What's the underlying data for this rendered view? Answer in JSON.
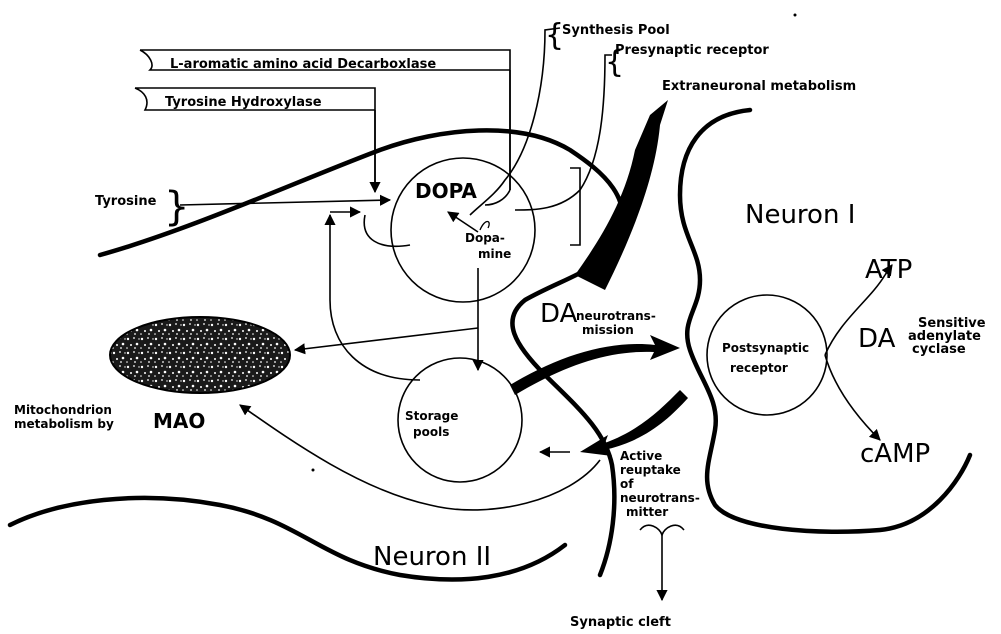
{
  "labels": {
    "synthesis_pool": "Synthesis Pool",
    "presynaptic_receptor": "Presynaptic receptor",
    "decarboxylase": "L-aromatic amino acid Decarboxlase",
    "tyrosine_hydroxylase": "Tyrosine Hydroxylase",
    "extraneuronal": "Extraneuronal metabolism",
    "tyrosine": "Tyrosine",
    "dopa": "DOPA",
    "dopamine_1": "Dopa-",
    "dopamine_2": "mine",
    "neuron_1": "Neuron I",
    "atp": "ATP",
    "da_left": "DA",
    "neurotrans_1": "neurotrans-",
    "neurotrans_2": "mission",
    "postsynaptic_1": "Postsynaptic",
    "postsynaptic_2": "receptor",
    "da_right": "DA",
    "sensitive_1": "Sensitive",
    "sensitive_2": "adenylate",
    "sensitive_3": "cyclase",
    "mito_1": "Mitochondrion",
    "mito_2": "metabolism by",
    "mao": "MAO",
    "storage_1": "Storage",
    "storage_2": "pools",
    "reuptake_1": "Active",
    "reuptake_2": "reuptake",
    "reuptake_3": "of",
    "reuptake_4": "neurotrans-",
    "reuptake_5": "mitter",
    "camp": "cAMP",
    "neuron_2": "Neuron II",
    "synaptic_cleft": "Synaptic cleft"
  }
}
